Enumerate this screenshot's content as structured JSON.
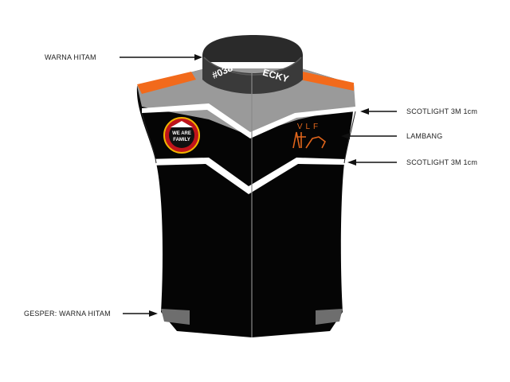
{
  "callouts": {
    "collar_color": "WARNA HITAM",
    "top_stripe": "SCOTLIGHT 3M 1cm",
    "emblem": "LAMBANG",
    "bottom_stripe": "SCOTLIGHT 3M 1cm",
    "buckle": "GESPER: WARNA HITAM"
  },
  "collar": {
    "number": "#038",
    "name": "ECKY"
  },
  "left_badge": {
    "line1": "WE ARE",
    "line2": "FAMILY"
  },
  "right_logo": {
    "text": "VLF"
  },
  "colors": {
    "vest_black": "#050505",
    "yoke_gray": "#9a9a9a",
    "shoulder_orange": "#f26a1b",
    "collar_dark": "#3a3a3a",
    "stripe_white": "#ffffff",
    "badge_red": "#c0141b",
    "logo_orange": "#e0651b"
  }
}
